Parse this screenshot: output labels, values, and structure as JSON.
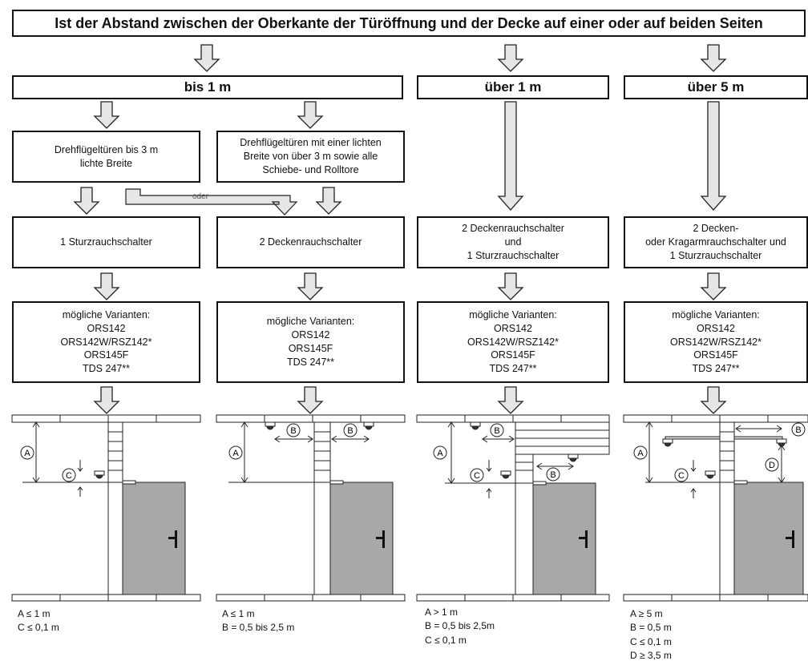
{
  "title": "Ist der Abstand zwischen der Oberkante der Türöffnung und der Decke auf einer oder auf beiden Seiten",
  "headers": [
    "bis 1 m",
    "über 1 m",
    "über 5 m"
  ],
  "door_types": [
    "Drehflügeltüren bis 3 m\nlichte Breite",
    "Drehflügeltüren mit einer lichten\nBreite von über 3 m sowie alle\nSchiebe- und Rolltore"
  ],
  "oder_label": "oder",
  "detectors": [
    "1 Sturzrauchschalter",
    "2 Deckenrauchschalter",
    "2 Deckenrauchschalter\nund\n1 Sturzrauchschalter",
    "2 Decken-\noder Kragarmrauchschalter und\n1 Sturzrauchschalter"
  ],
  "variants": [
    "mögliche Varianten:\nORS142\nORS142W/RSZ142*\nORS145F\nTDS 247**",
    "mögliche Varianten:\nORS142\nORS145F\nTDS 247**",
    "mögliche Varianten:\nORS142\nORS142W/RSZ142*\nORS145F\nTDS 247**",
    "mögliche Varianten:\nORS142\nORS142W/RSZ142*\nORS145F\nTDS 247**"
  ],
  "conditions": [
    [
      "A ≤ 1 m",
      "C ≤ 0,1 m"
    ],
    [
      "A ≤ 1 m",
      "B = 0,5 bis 2,5 m"
    ],
    [
      "A > 1 m",
      "B = 0,5 bis 2,5m",
      "C ≤  0,1 m"
    ],
    [
      "A ≥ 5 m",
      "B = 0,5 m",
      "C ≤ 0,1 m",
      "D ≥ 3,5 m"
    ]
  ],
  "dimension_letters": {
    "a": "A",
    "b": "B",
    "c": "C",
    "d": "D"
  },
  "colors": {
    "line": "#111111",
    "arrow_fill": "#e6e6e6",
    "door_fill": "#a8a8a8"
  }
}
